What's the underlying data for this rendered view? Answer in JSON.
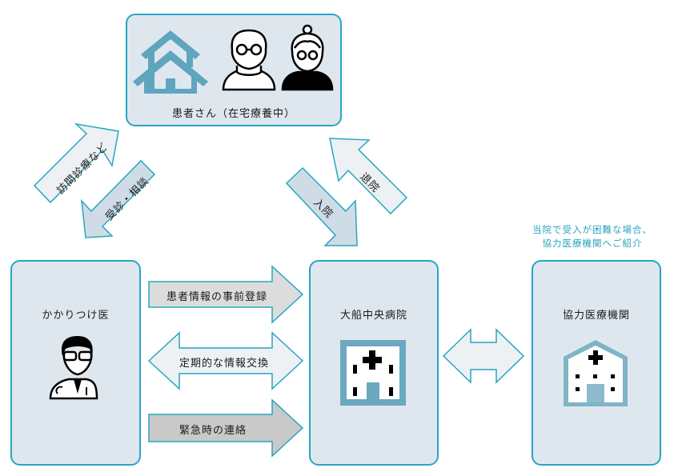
{
  "colors": {
    "box_border": "#27a6c2",
    "box_fill": "#dfe7ee",
    "arrow_light": "#eef1f4",
    "arrow_mid": "#cfdce6",
    "arrow_gray": "#dcdcdc",
    "arrow_dark": "#c9c9c9",
    "icon_blue": "#5fa5be",
    "note_text": "#2aa3bf"
  },
  "nodes": {
    "patient": {
      "label": "患者さん（在宅療養中）",
      "icons": [
        "house-icon",
        "elderly-man-icon",
        "elderly-woman-icon"
      ]
    },
    "gp": {
      "label": "かかりつけ医",
      "icon": "doctor-icon"
    },
    "hospital": {
      "label": "大船中央病院",
      "icon": "hospital-icon"
    },
    "partner": {
      "label": "協力医療機関",
      "icon": "clinic-icon"
    }
  },
  "arrows": {
    "home_visit": {
      "label": "訪問診療など",
      "direction": "gp-to-patient"
    },
    "consult": {
      "label": "受診・相談",
      "direction": "patient-to-gp"
    },
    "admission": {
      "label": "入院",
      "direction": "patient-to-hospital"
    },
    "discharge": {
      "label": "退院",
      "direction": "hospital-to-patient"
    },
    "preregister": {
      "label": "患者情報の事前登録",
      "direction": "gp-to-hospital"
    },
    "exchange": {
      "label": "定期的な情報交換",
      "direction": "bidirectional"
    },
    "emergency": {
      "label": "緊急時の連絡",
      "direction": "gp-to-hospital"
    },
    "referral": {
      "direction": "bidirectional"
    }
  },
  "note": {
    "line1": "当院で受入が困難な場合、",
    "line2": "協力医療機関へご紹介"
  }
}
